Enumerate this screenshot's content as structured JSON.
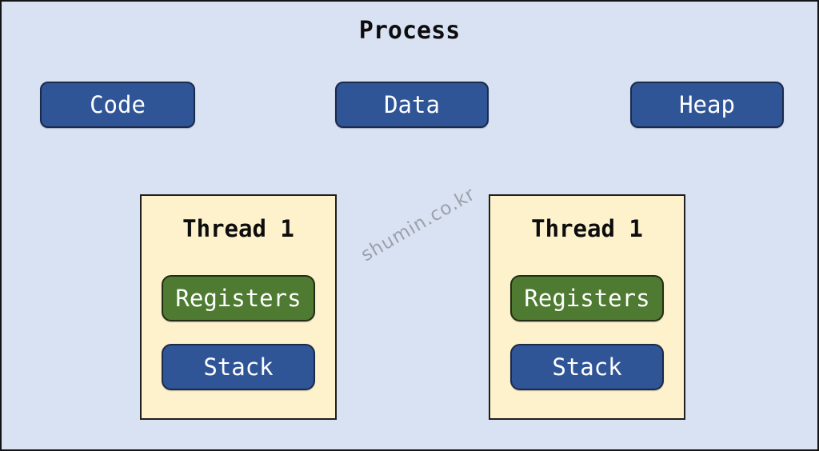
{
  "diagram": {
    "title": "Process",
    "top_blocks": [
      {
        "label": "Code"
      },
      {
        "label": "Data"
      },
      {
        "label": "Heap"
      }
    ],
    "threads": [
      {
        "title": "Thread 1",
        "blocks": [
          {
            "label": "Registers",
            "color": "#4e7b31"
          },
          {
            "label": "Stack",
            "color": "#2f5597"
          }
        ]
      },
      {
        "title": "Thread 1",
        "blocks": [
          {
            "label": "Registers",
            "color": "#4e7b31"
          },
          {
            "label": "Stack",
            "color": "#2f5597"
          }
        ]
      }
    ],
    "watermark": "shumin.co.kr",
    "colors": {
      "background": "#d9e2f3",
      "block_blue": "#2f5597",
      "block_green": "#4e7b31",
      "thread_box_fill": "#fdf2cc",
      "outer_border": "#141414",
      "watermark_gray": "#8d9199",
      "title_text": "#0d0d0d",
      "block_text": "#ffffff"
    }
  }
}
